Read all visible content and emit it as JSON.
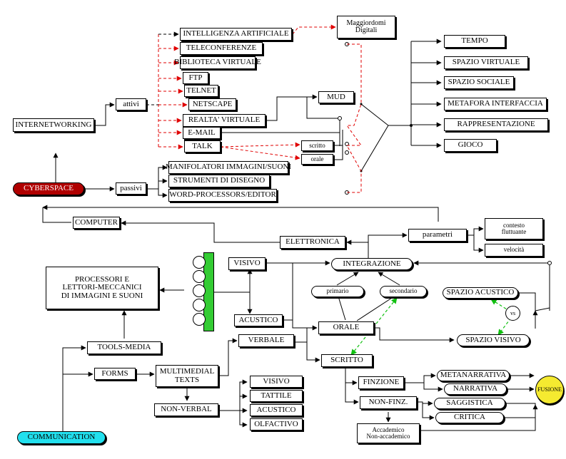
{
  "colors": {
    "cyberspace_fill": "#b00000",
    "communication_fill": "#22e0ee",
    "fusione_fill": "#f5ea30",
    "green_bar": "#33cc33",
    "dashed_red": "#e00000",
    "dashed_green": "#10c010"
  },
  "nodes": {
    "cyberspace": "CYBERSPACE",
    "internetworking": "INTERNETWORKING",
    "attivi": "attivi",
    "passivi": "passivi",
    "ia": "INTELLIGENZA ARTIFICIALE",
    "teleconferenze": "TELECONFERENZE",
    "biblioteca": "BIBLIOTECA VIRTUALE",
    "ftp": "FTP",
    "telnet": "TELNET",
    "netscape": "NETSCAPE",
    "realta": "REALTA' VIRTUALE",
    "email": "E-MAIL",
    "talk": "TALK",
    "maggiordomi_1": "Maggiordomi",
    "maggiordomi_2": "Digitali",
    "mud": "MUD",
    "scritto_small": "scritto",
    "orale_small": "orale",
    "manipolatori": "MANIFOLATORI IMMAGINI/SUONI",
    "strumenti": "STRUMENTI DI DISEGNO",
    "word": "WORD-PROCESSORS/EDITOR",
    "tempo": "TEMPO",
    "spazio_virtuale": "SPAZIO VIRTUALE",
    "spazio_sociale": "SPAZIO SOCIALE",
    "metafora": "METAFORA INTERFACCIA",
    "rappresentazione": "RAPPRESENTAZIONE",
    "gioco": "GIOCO",
    "computer": "COMPUTER",
    "elettronica": "ELETTRONICA",
    "parametri": "parametri",
    "contesto_1": "contesto",
    "contesto_2": "fluttuante",
    "velocita": "velocità",
    "processori_1": "PROCESSORI E",
    "processori_2": "LETTORI-MECCANICI",
    "processori_3": "DI IMMAGINI E SUONI",
    "visivo_top": "VISIVO",
    "acustico_top": "ACUSTICO",
    "integrazione": "INTEGRAZIONE",
    "primario": "primario",
    "secondario": "secondario",
    "spazio_acustico": "SPAZIO ACUSTICO",
    "vs": "vs",
    "spazio_visivo": "SPAZIO VISIVO",
    "tools_media": "TOOLS-MEDIA",
    "verbale": "VERBALE",
    "orale": "ORALE",
    "scritto": "SCRITTO",
    "forms": "FORMS",
    "multimedial_1": "MULTIMEDIAL",
    "multimedial_2": "TEXTS",
    "non_verbal": "NON-VERBAL",
    "visivo_low": "VISIVO",
    "tattile": "TATTILE",
    "acustico_low": "ACUSTICO",
    "olfactivo": "OLFACTIVO",
    "finzione": "FINZIONE",
    "non_finz": "NON-FINZ.",
    "accademico_1": "Accademico",
    "accademico_2": "Non-accademico",
    "metanarrativa": "METANARRATIVA",
    "narrativa": "NARRATIVA",
    "saggistica": "SAGGISTICA",
    "critica": "CRITICA",
    "fusione": "FUSIONE",
    "communication": "COMMUNICATION"
  }
}
